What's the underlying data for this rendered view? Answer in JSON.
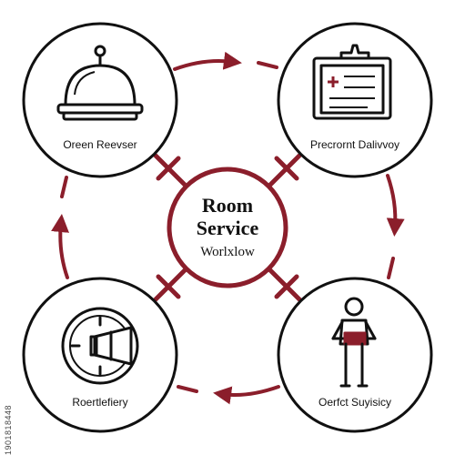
{
  "colors": {
    "accent": "#8b1e2b",
    "outline": "#111111",
    "background": "#ffffff"
  },
  "center": {
    "line1": "Room",
    "line2": "Service",
    "line3": "Worlxlow"
  },
  "nodes": [
    {
      "label": "Oreen Reevser",
      "icon": "cloche-icon"
    },
    {
      "label": "Precrornt Dalivvoy",
      "icon": "clipboard-icon"
    },
    {
      "label": "Oerfct Suyisicy",
      "icon": "waiter-icon"
    },
    {
      "label": "Roertlefiery",
      "icon": "clock-icon"
    }
  ],
  "watermark": "1901818448"
}
